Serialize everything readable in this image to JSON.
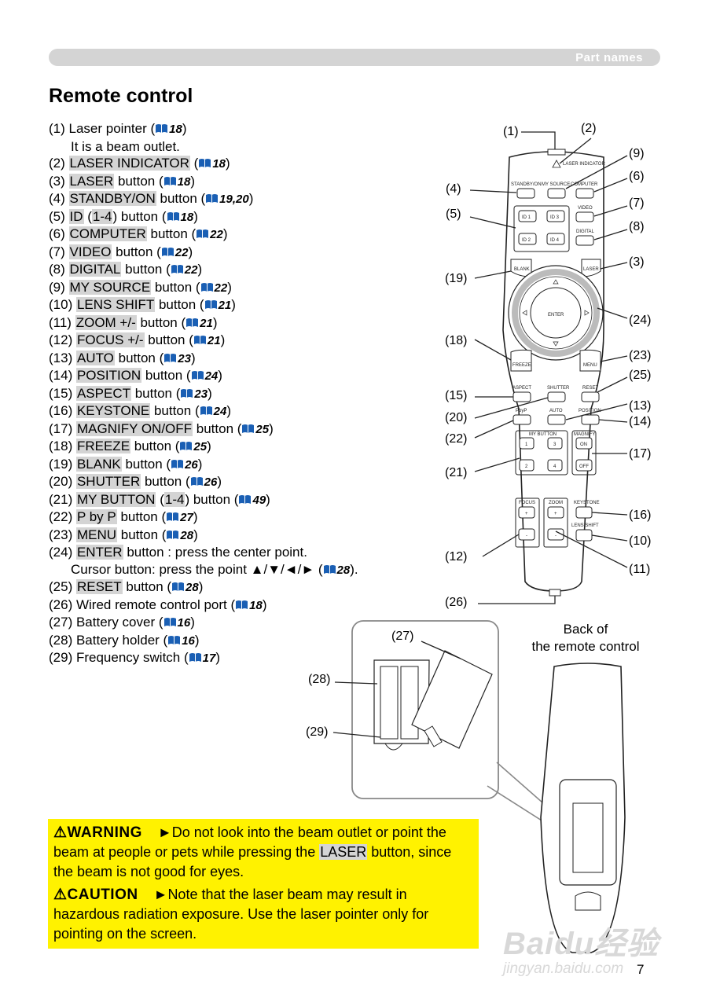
{
  "header": {
    "section": "Part names"
  },
  "title": "Remote control",
  "items": [
    {
      "num": "(1)",
      "kw": "",
      "text": "Laser pointer (",
      "ref": "18",
      "end": ")"
    },
    {
      "num": "",
      "kw": "",
      "text": "It is a beam outlet.",
      "ref": "",
      "end": "",
      "indent": true
    },
    {
      "num": "(2)",
      "kw": "LASER INDICATOR",
      "text": " (",
      "ref": "18",
      "end": ")"
    },
    {
      "num": "(3)",
      "kw": "LASER",
      "text": " button (",
      "ref": "18",
      "end": ")"
    },
    {
      "num": "(4)",
      "kw": "STANDBY/ON",
      "text": " button (",
      "ref": "19,20",
      "end": ")"
    },
    {
      "num": "(5)",
      "kw": "ID",
      "kw2": "1-4",
      "text": ") button (",
      "ref": "18",
      "end": ")"
    },
    {
      "num": "(6)",
      "kw": "COMPUTER",
      "text": " button (",
      "ref": "22",
      "end": ")"
    },
    {
      "num": "(7)",
      "kw": "VIDEO",
      "text": " button (",
      "ref": "22",
      "end": ")"
    },
    {
      "num": "(8)",
      "kw": "DIGITAL",
      "text": " button (",
      "ref": "22",
      "end": ")"
    },
    {
      "num": "(9)",
      "kw": "MY SOURCE",
      "text": " button (",
      "ref": "22",
      "end": ")"
    },
    {
      "num": "(10)",
      "kw": "LENS SHIFT",
      "text": " button (",
      "ref": "21",
      "end": ")"
    },
    {
      "num": "(11)",
      "kw": "ZOOM +/-",
      "text": " button (",
      "ref": "21",
      "end": ")"
    },
    {
      "num": "(12)",
      "kw": "FOCUS +/-",
      "text": " button (",
      "ref": "21",
      "end": ")"
    },
    {
      "num": "(13)",
      "kw": "AUTO",
      "text": " button (",
      "ref": "23",
      "end": ")"
    },
    {
      "num": "(14)",
      "kw": "POSITION",
      "text": " button (",
      "ref": "24",
      "end": ")"
    },
    {
      "num": "(15)",
      "kw": "ASPECT",
      "text": " button (",
      "ref": "23",
      "end": ")"
    },
    {
      "num": "(16)",
      "kw": "KEYSTONE",
      "text": " button (",
      "ref": "24",
      "end": ")"
    },
    {
      "num": "(17)",
      "kw": "MAGNIFY ON/OFF",
      "text": " button (",
      "ref": "25",
      "end": ")"
    },
    {
      "num": "(18)",
      "kw": "FREEZE",
      "text": " button (",
      "ref": "25",
      "end": ")"
    },
    {
      "num": "(19)",
      "kw": "BLANK",
      "text": " button (",
      "ref": "26",
      "end": ")"
    },
    {
      "num": "(20)",
      "kw": "SHUTTER",
      "text": " button (",
      "ref": "26",
      "end": ")"
    },
    {
      "num": "(21)",
      "kw": "MY BUTTON",
      "kw2": "1-4",
      "text": ") button (",
      "ref": "49",
      "end": ")"
    },
    {
      "num": "(22)",
      "kw": "P by P",
      "text": " button (",
      "ref": "27",
      "end": ")"
    },
    {
      "num": "(23)",
      "kw": "MENU",
      "text": " button (",
      "ref": "28",
      "end": ")"
    },
    {
      "num": "(24)",
      "kw": "ENTER",
      "text": " button : press the center point.",
      "ref": "",
      "end": ""
    },
    {
      "num": "",
      "kw": "",
      "text": "Cursor button: press the point ▲/▼/◄/► (",
      "ref": "28",
      "end": ").",
      "indent": true
    },
    {
      "num": "(25)",
      "kw": "RESET",
      "text": " button (",
      "ref": "28",
      "end": ")"
    },
    {
      "num": "(26)",
      "kw": "",
      "text": "Wired remote control port (",
      "ref": "18",
      "end": ")"
    },
    {
      "num": "(27)",
      "kw": "",
      "text": "Battery cover (",
      "ref": "16",
      "end": ")"
    },
    {
      "num": "(28)",
      "kw": "",
      "text": "Battery holder (",
      "ref": "16",
      "end": ")"
    },
    {
      "num": "(29)",
      "kw": "",
      "text": "Frequency switch (",
      "ref": "17",
      "end": ")"
    }
  ],
  "remote": {
    "buttons": {
      "laser_indicator": "LASER INDICATOR",
      "standby": "STANDBY/ON",
      "my_source": "MY SOURCE",
      "computer": "COMPUTER",
      "video": "VIDEO",
      "digital": "DIGITAL",
      "id1": "ID 1",
      "id2": "ID 2",
      "id3": "ID 3",
      "id4": "ID 4",
      "blank": "BLANK",
      "laser": "LASER",
      "enter": "ENTER",
      "freeze": "FREEZE",
      "menu": "MENU",
      "aspect": "ASPECT",
      "shutter": "SHUTTER",
      "reset": "RESET",
      "pbyp": "PbyP",
      "auto": "AUTO",
      "position": "POSITION",
      "my_button": "MY BUTTON",
      "magnify": "MAGNIFY",
      "on": "ON",
      "off": "OFF",
      "mb1": "1",
      "mb2": "2",
      "mb3": "3",
      "mb4": "4",
      "focus": "FOCUS",
      "zoom": "ZOOM",
      "keystone": "KEYSTONE",
      "lens_shift": "LENS SHIFT",
      "plus": "+",
      "minus": "-"
    },
    "callouts": [
      "(1)",
      "(2)",
      "(3)",
      "(4)",
      "(5)",
      "(6)",
      "(7)",
      "(8)",
      "(9)",
      "(10)",
      "(11)",
      "(12)",
      "(13)",
      "(14)",
      "(15)",
      "(16)",
      "(17)",
      "(18)",
      "(19)",
      "(20)",
      "(21)",
      "(22)",
      "(23)",
      "(24)",
      "(25)",
      "(26)",
      "(27)",
      "(28)",
      "(29)"
    ]
  },
  "back_caption": {
    "line1": "Back of",
    "line2": "the remote control"
  },
  "warning": {
    "label": "⚠WARNING",
    "arrow": "►",
    "text1": "Do not look into the beam outlet or point the beam at people or pets while pressing the ",
    "kw": "LASER",
    "text2": " button, since the beam is not good for eyes."
  },
  "caution": {
    "label": "⚠CAUTION",
    "arrow": "►",
    "text": "Note that the laser beam may result in hazardous radiation exposure. Use the laser pointer only for pointing on the screen."
  },
  "watermark": {
    "main": "Baidu经验",
    "sub": "jingyan.baidu.com"
  },
  "page_number": "7"
}
